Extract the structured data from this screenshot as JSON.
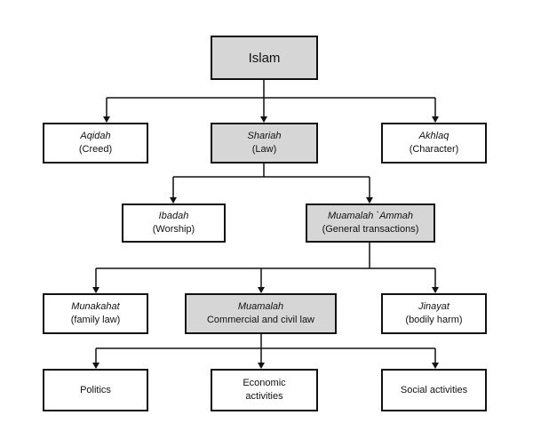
{
  "nodes": {
    "islam": {
      "label": "Islam"
    },
    "aqidah": {
      "label": "Aqidah",
      "sub": "(Creed)"
    },
    "shariah": {
      "label": "Shariah",
      "sub": "(Law)"
    },
    "akhlaq": {
      "label": "Akhlaq",
      "sub": "(Character)"
    },
    "ibadah": {
      "label": "Ibadah",
      "sub": "(Worship)"
    },
    "muamalah_ammah": {
      "label": "Muamalah `Ammah",
      "sub": "(General transactions)"
    },
    "munakahat": {
      "label": "Munakahat",
      "sub": "(family law)"
    },
    "muamalah": {
      "label": "Muamalah",
      "sub": "Commercial and civil law"
    },
    "jinayat": {
      "label": "Jinayat",
      "sub": "(bodily harm)"
    },
    "politics": {
      "label": "Politics"
    },
    "economic": {
      "label": "Economic",
      "sub": "activities"
    },
    "social": {
      "label": "Social activities"
    }
  },
  "colors": {
    "highlight": "#d6d6d6",
    "border": "#111111",
    "background": "#ffffff"
  }
}
